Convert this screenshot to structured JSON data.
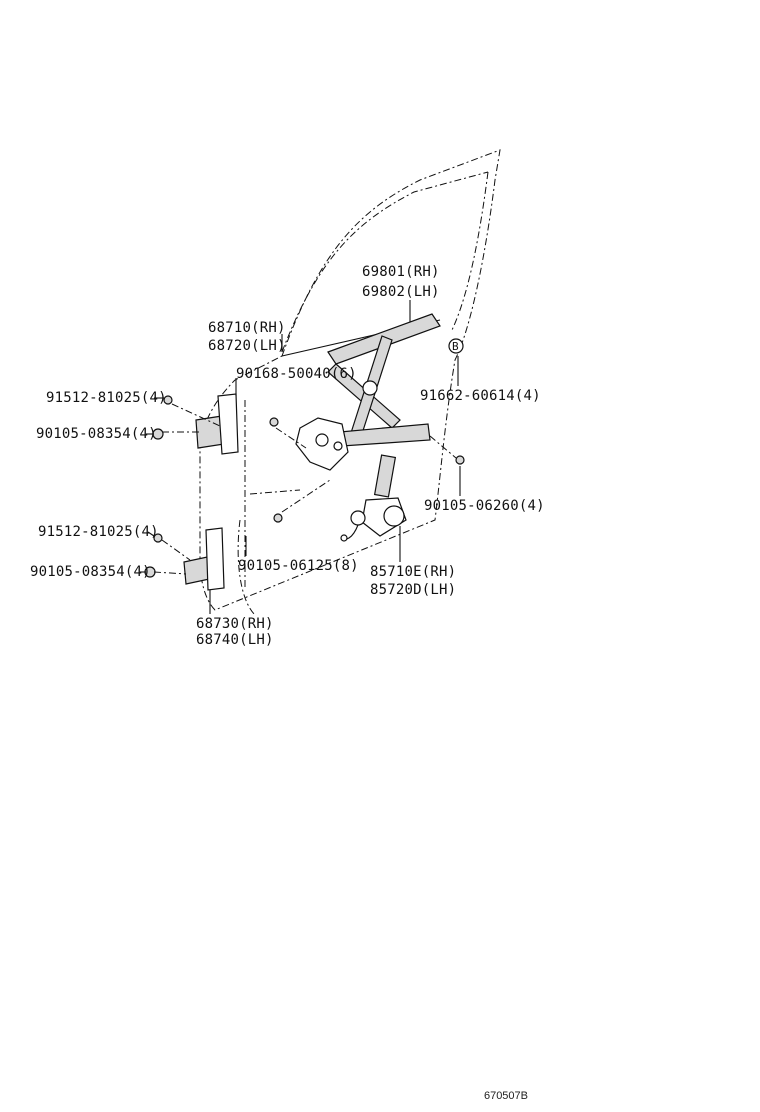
{
  "labels": {
    "regulator_rh": "69801(RH)",
    "regulator_lh": "69802(LH)",
    "upper_hinge_rh": "68710(RH)",
    "upper_hinge_lh": "68720(LH)",
    "bolt_90168": "90168-50040(6)",
    "bolt_91512_upper": "91512-81025(4)",
    "bolt_90105_upper": "90105-08354(4)",
    "bolt_91662": "91662-60614(4)",
    "ref_b": "B",
    "bolt_90105_06260": "90105-06260(4)",
    "bolt_91512_lower": "91512-81025(4)",
    "bolt_90105_lower": "90105-08354(4)",
    "bolt_90105_06125": "90105-06125(8)",
    "motor_rh": "85710E(RH)",
    "motor_lh": "85720D(LH)",
    "lower_hinge_rh": "68730(RH)",
    "lower_hinge_lh": "68740(LH)"
  },
  "footer": {
    "diagram_code": "670507B"
  }
}
